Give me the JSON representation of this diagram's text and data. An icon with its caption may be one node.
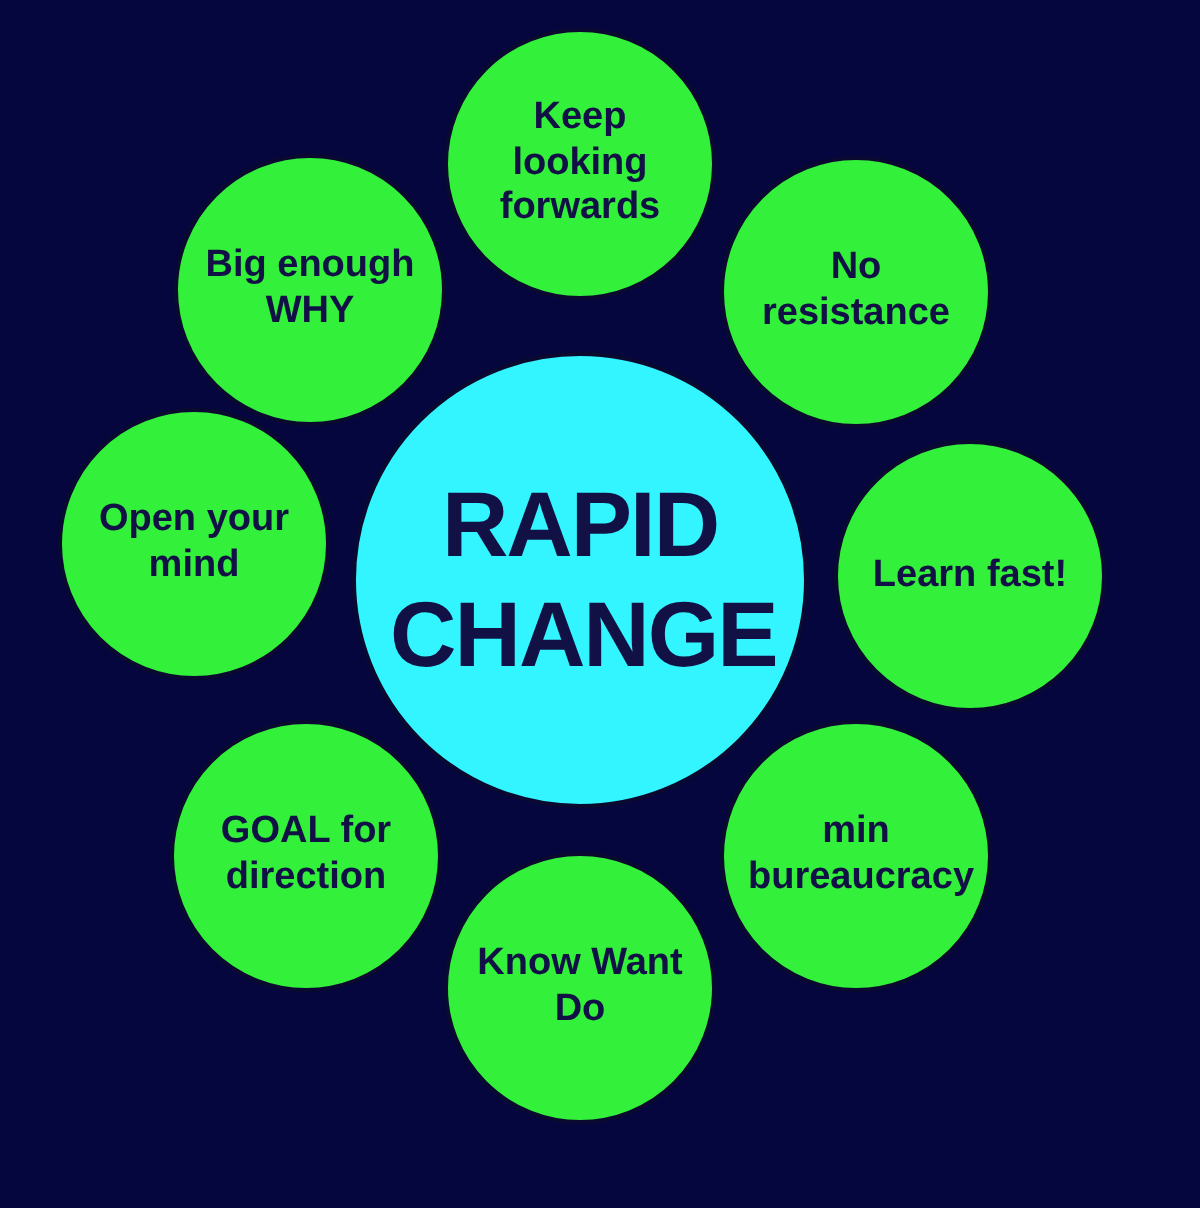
{
  "diagram": {
    "nodes": [
      {
        "text": [
          "RAPID CHANGE"
        ]
      },
      {
        "text": [
          "Keep looking forwards"
        ]
      },
      {
        "text": [
          "No resistance"
        ]
      },
      {
        "text": [
          "Learn fast!"
        ]
      },
      {
        "text": [
          "min bureaucracy"
        ]
      },
      {
        "text": [
          "Know Want Do"
        ]
      },
      {
        "text": [
          "GOAL for direction"
        ]
      },
      {
        "text": [
          "Open your mind"
        ]
      },
      {
        "text": [
          "Big enough WHY"
        ]
      }
    ]
  }
}
